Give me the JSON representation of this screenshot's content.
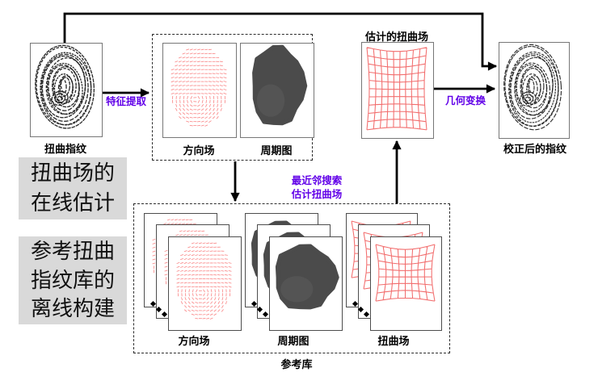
{
  "labels": {
    "distorted_fp": "扭曲指纹",
    "feature_extraction": "特征提取",
    "orientation_field": "方向场",
    "period_map": "周期图",
    "estimated_field_title": "估计的扭曲场",
    "geometric_transform": "几何变换",
    "corrected_fp": "校正后的指纹",
    "nn_search_line1": "最近邻搜索",
    "nn_search_line2": "估计扭曲场",
    "online_box_line1": "扭曲场的",
    "online_box_line2": "在线估计",
    "offline_box_line1": "参考扭曲",
    "offline_box_line2": "指纹库的",
    "offline_box_line3": "离线构建",
    "ref_orientation_field": "方向场",
    "ref_period_map": "周期图",
    "ref_distortion_field": "扭曲场",
    "ref_library": "参考库"
  },
  "colors": {
    "accent_purple": "#6100E8",
    "grid_red": "#F26D6D",
    "orientation_red": "#F98A8A",
    "blob_gray": "#4B4B4B",
    "blob_gray_light": "#5E5E5E",
    "gray_box_bg": "#D9D9D9",
    "connector_black": "#000000",
    "fingerprint_ink": "#1B1B1B"
  }
}
